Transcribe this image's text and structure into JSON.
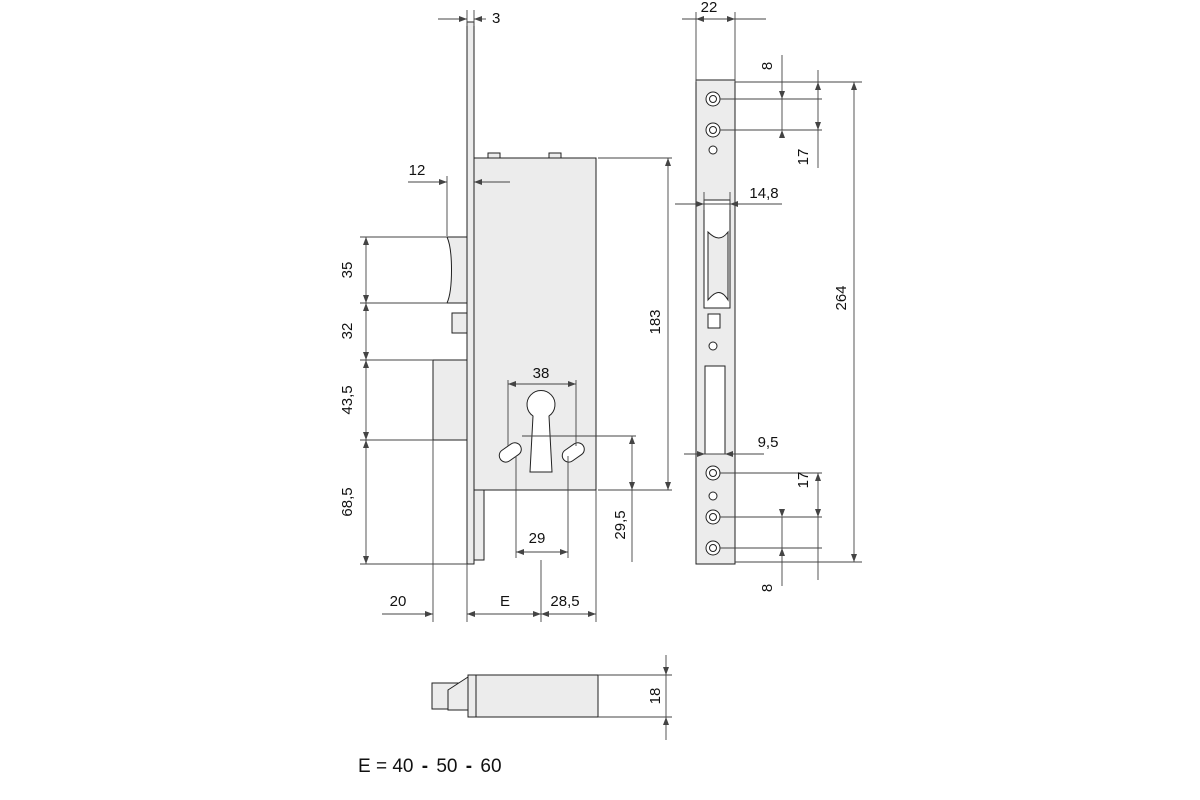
{
  "colors": {
    "line": "#222222",
    "dimension": "#444444",
    "part_fill": "#ececec",
    "text": "#111111"
  },
  "dimensions": {
    "faceplate_thickness": "3",
    "faceplate_width": "22",
    "front_offset": "12",
    "latch_height": "35",
    "latch_to_bolt": "32",
    "bolt_height": "43,5",
    "bolt_to_bottom": "68,5",
    "bolt_throw": "20",
    "backset": "E",
    "cylinder_to_edge": "28,5",
    "cylinder_height": "38",
    "cylinder_width": "29",
    "cylinder_offset": "29,5",
    "case_height": "183",
    "latch_width": "14,8",
    "lower_slot_width": "9,5",
    "screw_spacing_top_small": "8",
    "screw_spacing_top_large": "17",
    "screw_spacing_bottom_large": "17",
    "screw_spacing_bottom_small": "8",
    "plate_height": "264",
    "case_depth": "18"
  },
  "footnote": {
    "prefix": "E = 40",
    "sep1": "-",
    "mid": "50",
    "sep2": "-",
    "suffix": "60"
  }
}
